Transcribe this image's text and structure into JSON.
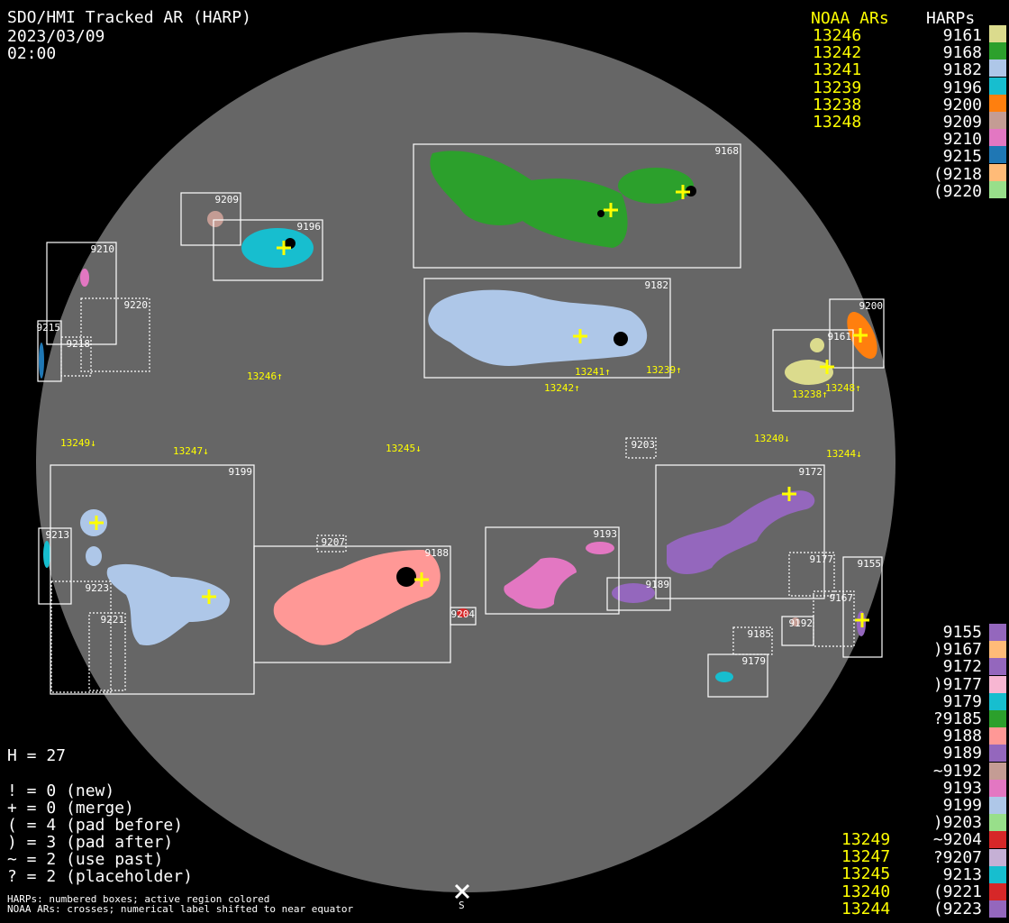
{
  "header": {
    "title": "SDO/HMI Tracked AR (HARP)",
    "date": "2023/03/09",
    "time": "02:00"
  },
  "legend_top": {
    "noaa_title": "NOAA ARs",
    "harp_title": "HARPs",
    "noaa": [
      "13246",
      "13242",
      "13241",
      "13239",
      "13238",
      "13248"
    ],
    "harps": [
      {
        "label": "9161",
        "color": "#dbdb8d"
      },
      {
        "label": "9168",
        "color": "#2ca02c"
      },
      {
        "label": "9182",
        "color": "#aec7e8"
      },
      {
        "label": "9196",
        "color": "#17becf"
      },
      {
        "label": "9200",
        "color": "#ff7f0e"
      },
      {
        "label": "9209",
        "color": "#c49c94"
      },
      {
        "label": "9210",
        "color": "#e377c2"
      },
      {
        "label": "9215",
        "color": "#1f77b4"
      },
      {
        "label": "(9218",
        "color": "#ffbb78"
      },
      {
        "label": "(9220",
        "color": "#98df8a"
      }
    ]
  },
  "legend_bottom": {
    "noaa": [
      "13249",
      "13247",
      "13245",
      "13240",
      "13244"
    ],
    "harps": [
      {
        "label": "9155",
        "color": "#9467bd"
      },
      {
        "label": ")9167",
        "color": "#ffbb78"
      },
      {
        "label": "9172",
        "color": "#9467bd"
      },
      {
        "label": ")9177",
        "color": "#f7b6d2"
      },
      {
        "label": "9179",
        "color": "#17becf"
      },
      {
        "label": "?9185",
        "color": "#2ca02c"
      },
      {
        "label": "9188",
        "color": "#ff9896"
      },
      {
        "label": "9189",
        "color": "#9467bd"
      },
      {
        "label": "~9192",
        "color": "#c49c94"
      },
      {
        "label": "9193",
        "color": "#e377c2"
      },
      {
        "label": "9199",
        "color": "#aec7e8"
      },
      {
        "label": ")9203",
        "color": "#98df8a"
      },
      {
        "label": "~9204",
        "color": "#d62728"
      },
      {
        "label": "?9207",
        "color": "#c5b0d5"
      },
      {
        "label": "9213",
        "color": "#17becf"
      },
      {
        "label": "(9221",
        "color": "#d62728"
      },
      {
        "label": "(9223",
        "color": "#9467bd"
      }
    ]
  },
  "stats": {
    "h": "H = 27",
    "lines": [
      "! = 0 (new)",
      "+ = 0 (merge)",
      "( = 4 (pad before)",
      ") = 3 (pad after)",
      "~ = 2 (use past)",
      "? = 2 (placeholder)"
    ]
  },
  "footer": {
    "line1": "HARPs: numbered boxes; active region colored",
    "line2": "NOAA ARs: crosses; numerical label shifted to near equator"
  },
  "disk": {
    "south_label": "S"
  },
  "harp_boxes": {
    "b9168": "9168",
    "b9182": "9182",
    "b9209": "9209",
    "b9196": "9196",
    "b9210": "9210",
    "b9220": "9220",
    "b9215": "9215",
    "b9218": "9218",
    "b9200": "9200",
    "b9161": "9161",
    "b9203": "9203",
    "b9199": "9199",
    "b9213": "9213",
    "b9223": "9223",
    "b9221": "9221",
    "b9207": "9207",
    "b9188": "9188",
    "b9204": "9204",
    "b9193": "9193",
    "b9189": "9189",
    "b9172": "9172",
    "b9177": "9177",
    "b9167": "9167",
    "b9155": "9155",
    "b9192": "9192",
    "b9185": "9185",
    "b9179": "9179"
  },
  "noaa_labels": {
    "n13246": "13246↑",
    "n13241": "13241↑",
    "n13239": "13239↑",
    "n13242": "13242↑",
    "n13238": "13238↑",
    "n13248": "13248↑",
    "n13249": "13249↓",
    "n13247": "13247↓",
    "n13245": "13245↓",
    "n13240": "13240↓",
    "n13244": "13244↓"
  }
}
